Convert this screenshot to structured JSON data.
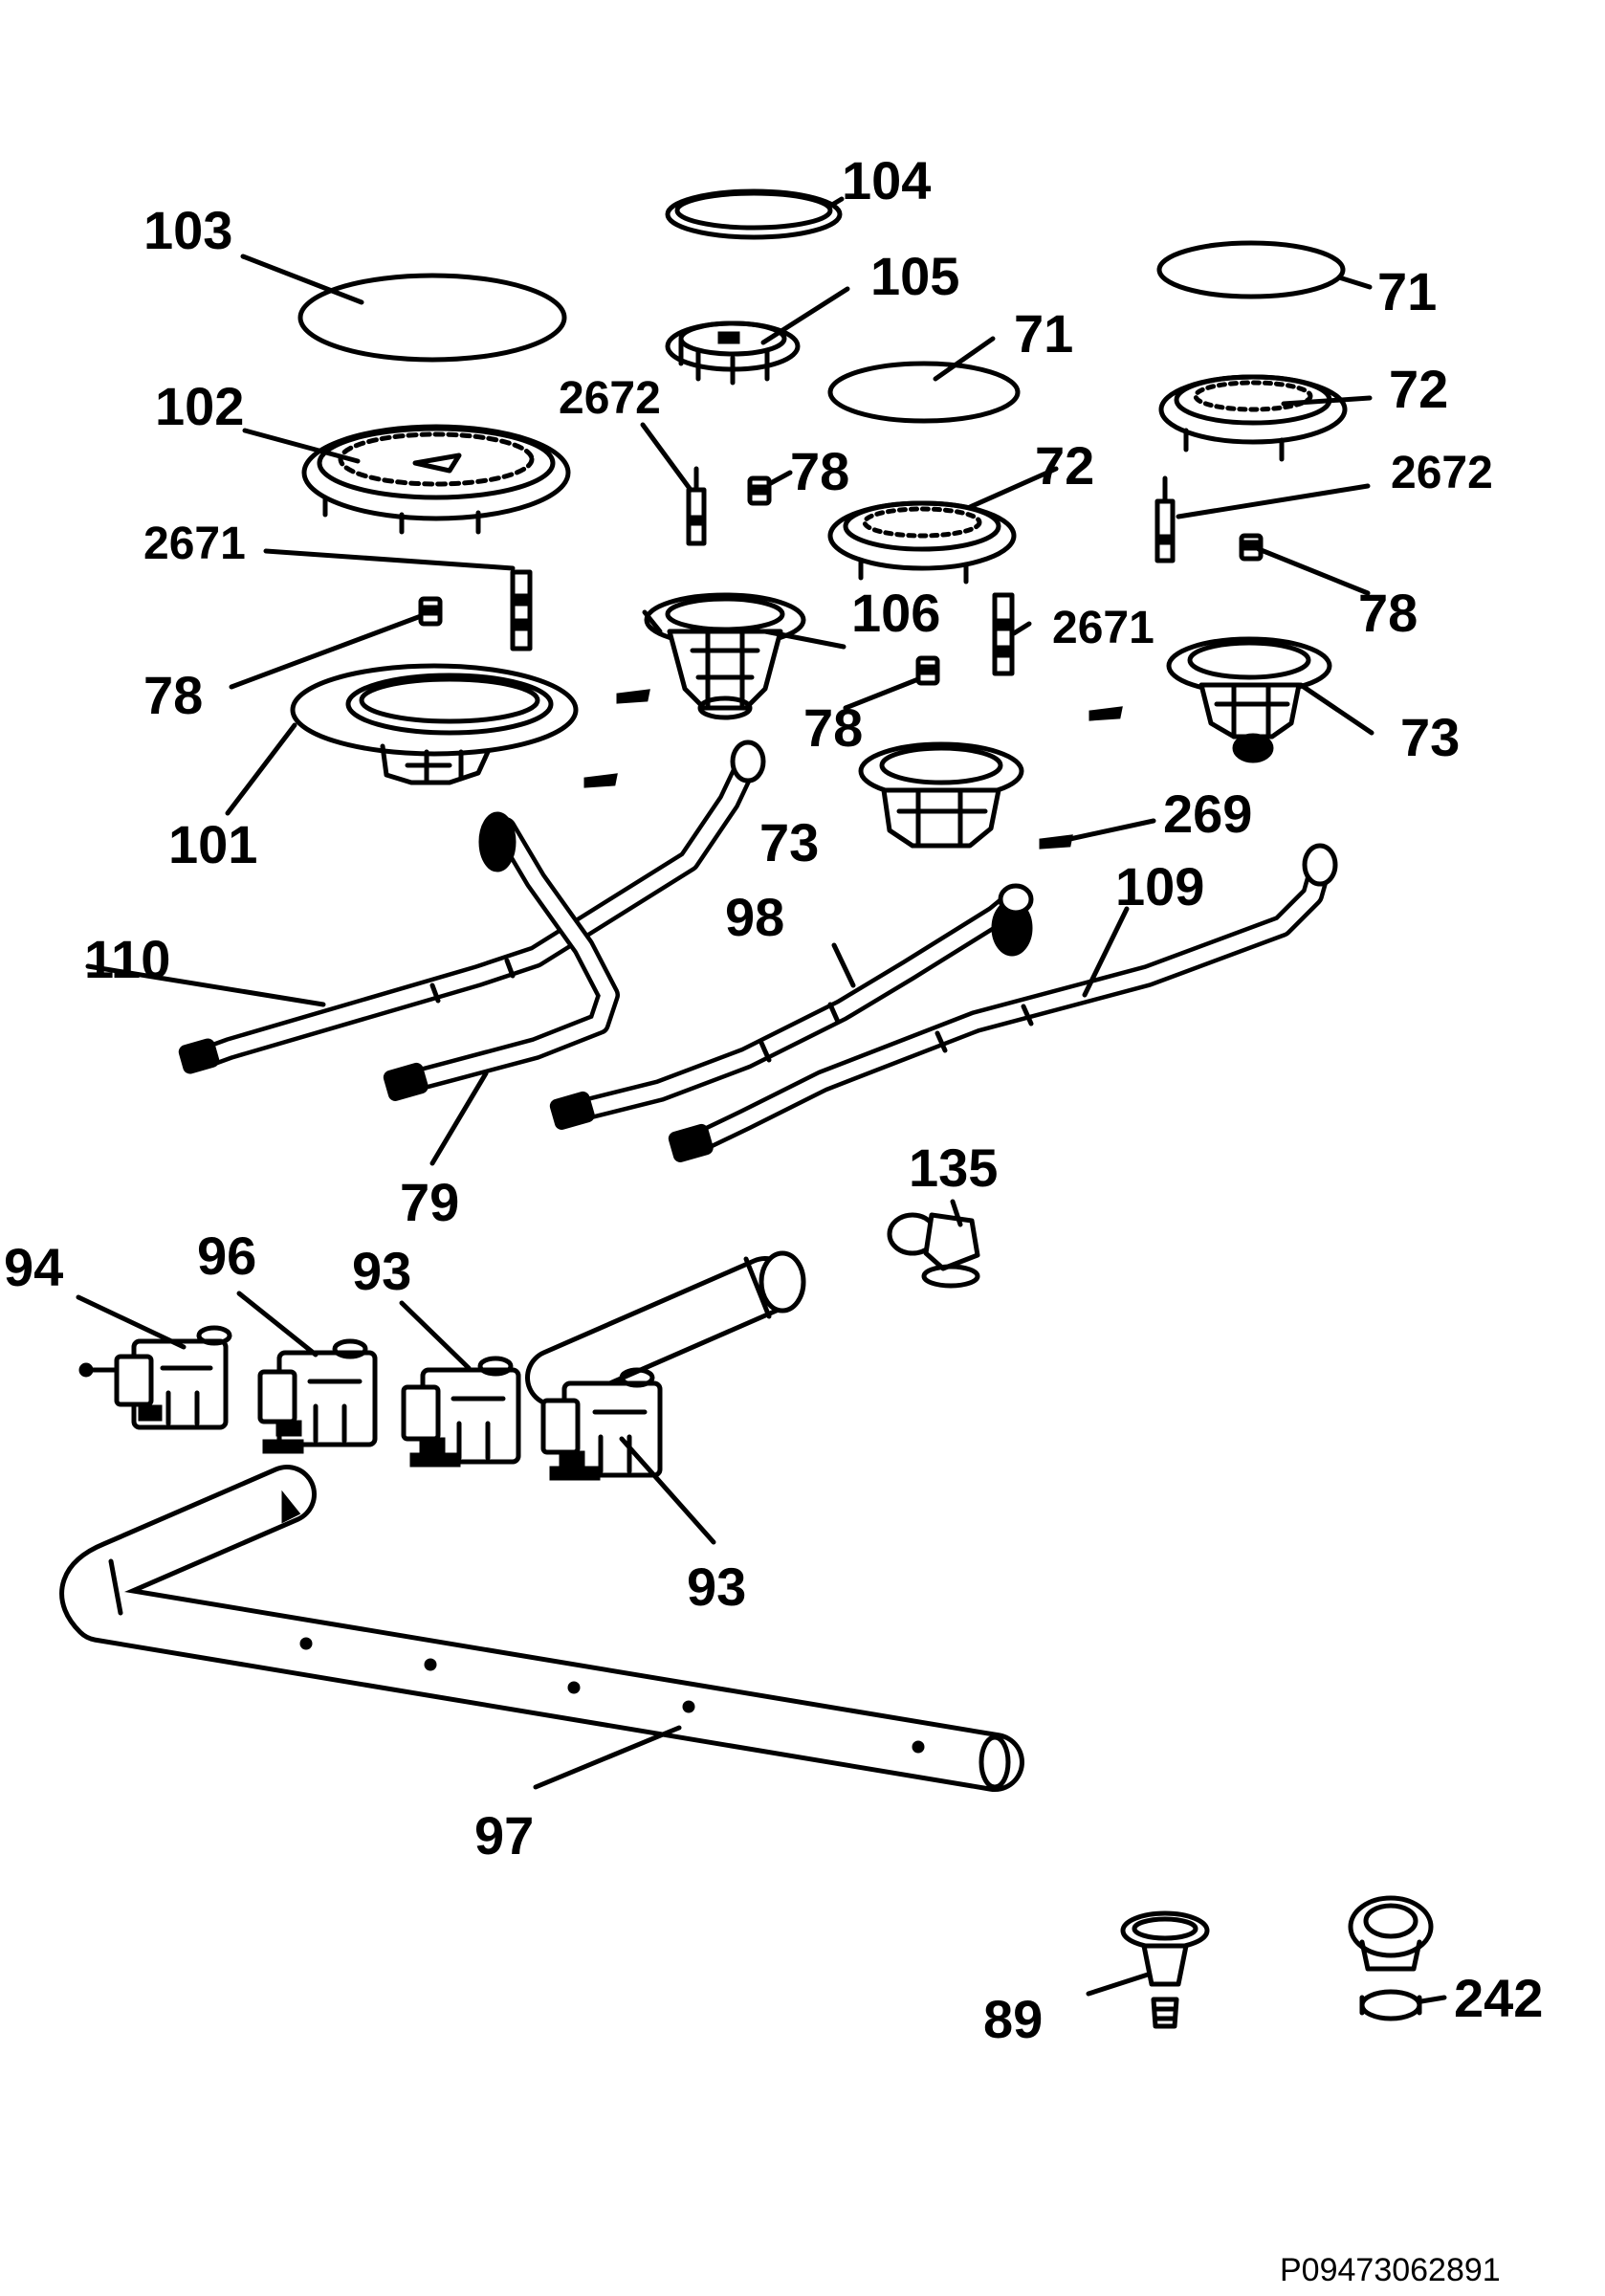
{
  "callouts": {
    "c104": "104",
    "c103": "103",
    "c105": "105",
    "c71a": "71",
    "c71b": "71",
    "c2672a": "2672",
    "c102": "102",
    "c78a": "78",
    "c72a": "72",
    "c72b": "72",
    "c2672b": "2672",
    "c2671a": "2671",
    "c106": "106",
    "c2671b": "2671",
    "c78b": "78",
    "c78c": "78",
    "c78d": "78",
    "c73a": "73",
    "c73b": "73",
    "c101": "101",
    "c269": "269",
    "c98": "98",
    "c109": "109",
    "c110": "110",
    "c79": "79",
    "c135": "135",
    "c94": "94",
    "c96": "96",
    "c93a": "93",
    "c93b": "93",
    "c97": "97",
    "c89": "89",
    "c242": "242"
  },
  "diagram_code": "P09473062891",
  "colors": {
    "ink": "#000000",
    "paper": "#ffffff"
  }
}
